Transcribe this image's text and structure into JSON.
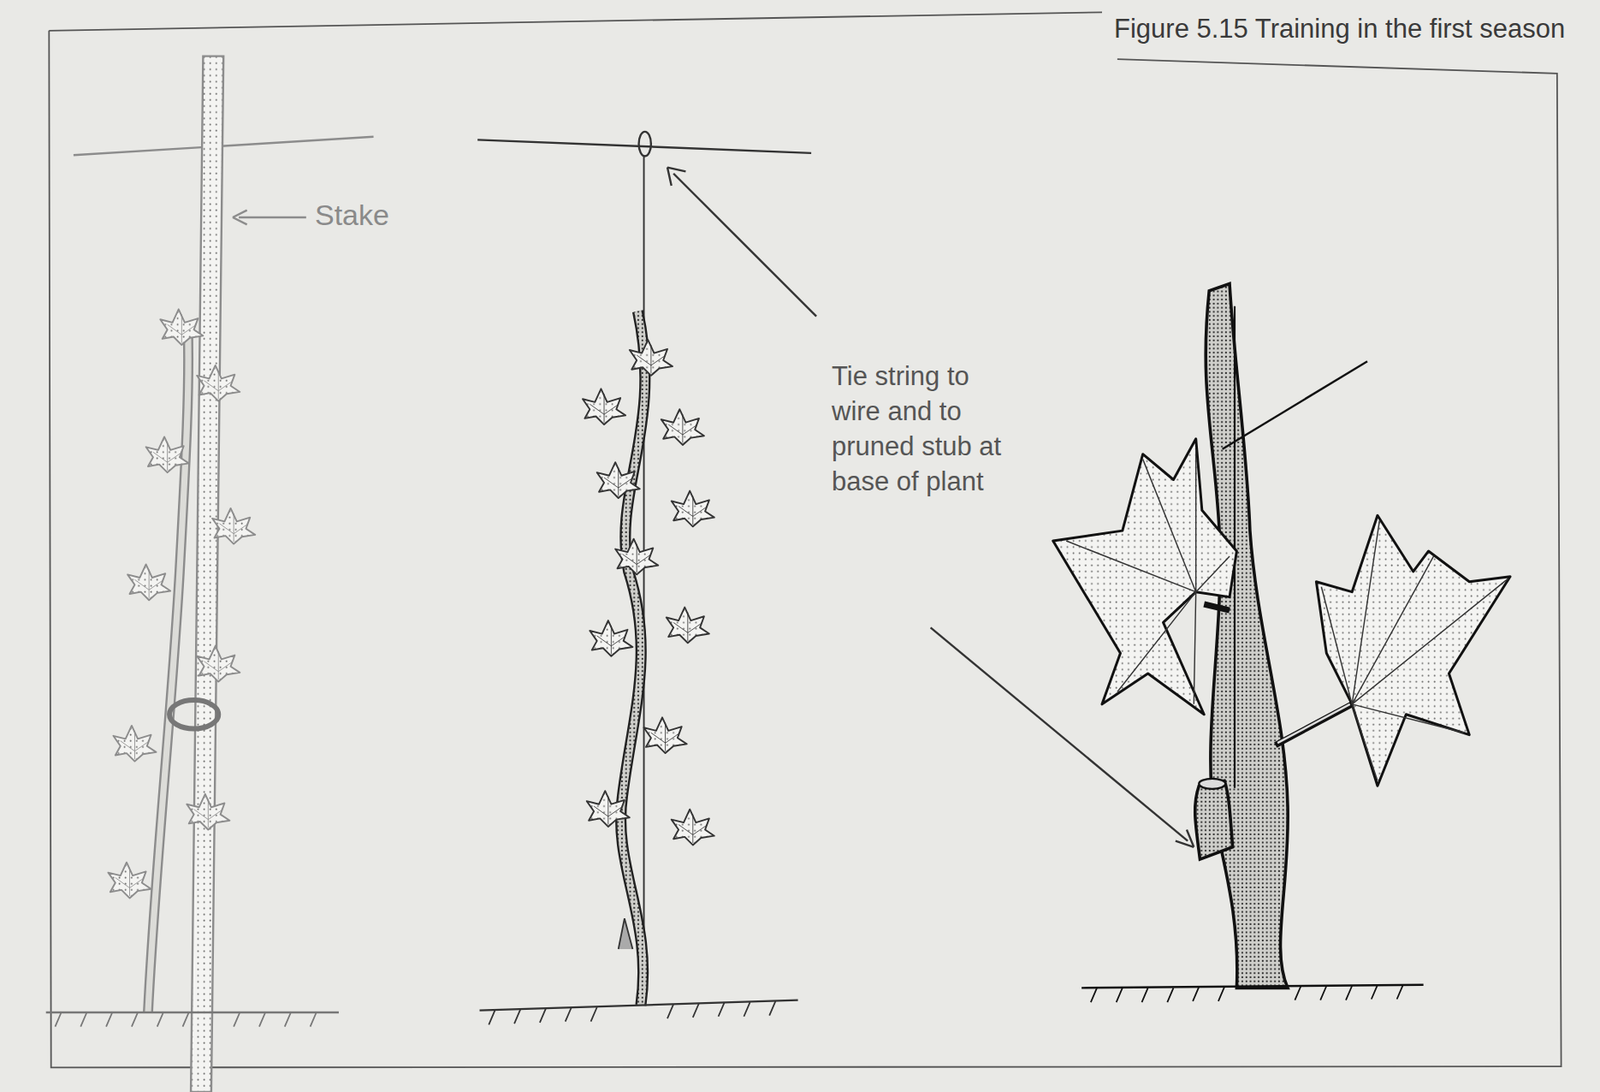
{
  "diagram": {
    "title": "Figure 5.15 Training in the first season",
    "labels": [
      "Stake",
      "Tie string to wire and to pruned stub at base of plant"
    ]
  }
}
